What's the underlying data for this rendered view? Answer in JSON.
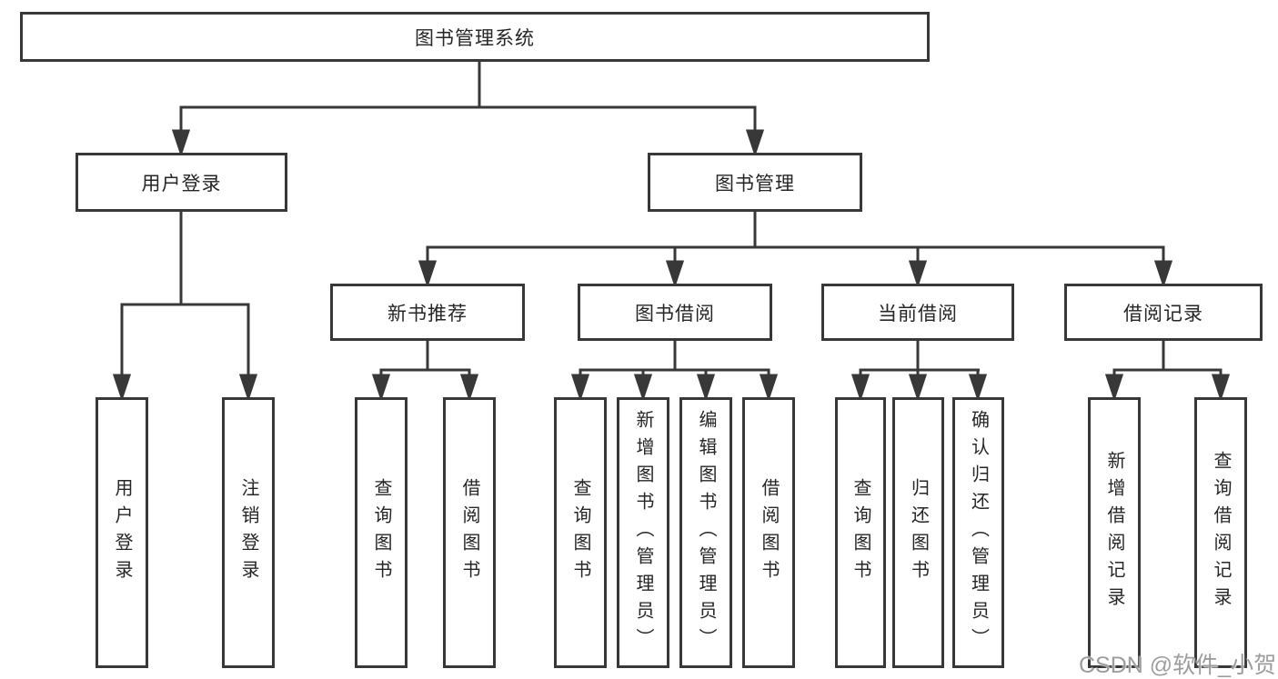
{
  "tree": {
    "root": {
      "label": "图书管理系统"
    },
    "user_login": {
      "label": "用户登录",
      "children": [
        {
          "label": "用户登录"
        },
        {
          "label": "注销登录"
        }
      ]
    },
    "book_management": {
      "label": "图书管理",
      "children": [
        {
          "label": "新书推荐",
          "children": [
            {
              "label": "查询图书"
            },
            {
              "label": "借阅图书"
            }
          ]
        },
        {
          "label": "图书借阅",
          "children": [
            {
              "label": "查询图书"
            },
            {
              "label": "新增图书（管理员）"
            },
            {
              "label": "编辑图书（管理员）"
            },
            {
              "label": "借阅图书"
            }
          ]
        },
        {
          "label": "当前借阅",
          "children": [
            {
              "label": "查询图书"
            },
            {
              "label": "归还图书"
            },
            {
              "label": "确认归还（管理员）"
            }
          ]
        },
        {
          "label": "借阅记录",
          "children": [
            {
              "label": "新增借阅记录"
            },
            {
              "label": "查询借阅记录"
            }
          ]
        }
      ]
    }
  },
  "watermark": {
    "text": "CSDN @软件_小贺同学"
  },
  "colors": {
    "line": "#383838",
    "border": "#383838",
    "text": "#262626",
    "watermark": "#9d9d9d",
    "background": "#ffffff"
  }
}
